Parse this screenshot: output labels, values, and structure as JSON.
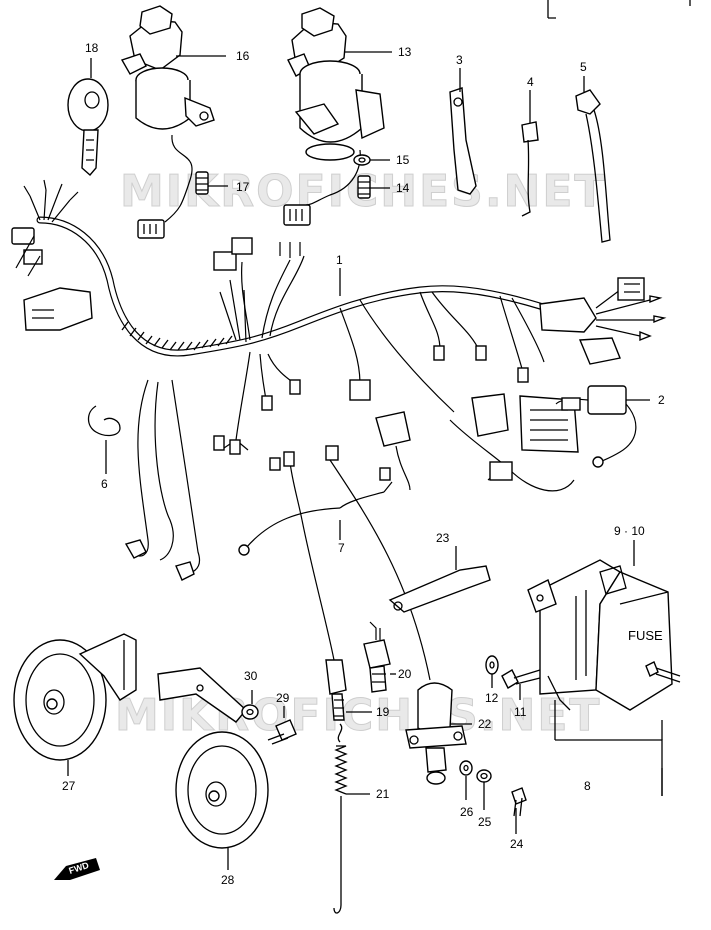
{
  "watermark": "MIKROFICHES.NET",
  "fwd_label": "FWD",
  "fuse_label": "FUSE",
  "callouts": {
    "c1": "1",
    "c2": "2",
    "c3": "3",
    "c4": "4",
    "c5": "5",
    "c6": "6",
    "c7": "7",
    "c8": "8",
    "c910": "9 · 10",
    "c11": "11",
    "c12": "12",
    "c13": "13",
    "c14": "14",
    "c15": "15",
    "c16": "16",
    "c17": "17",
    "c18": "18",
    "c19": "19",
    "c20": "20",
    "c21": "21",
    "c22": "22",
    "c23": "23",
    "c24": "24",
    "c25": "25",
    "c26": "26",
    "c27": "27",
    "c28": "28",
    "c29": "29",
    "c30": "30"
  }
}
